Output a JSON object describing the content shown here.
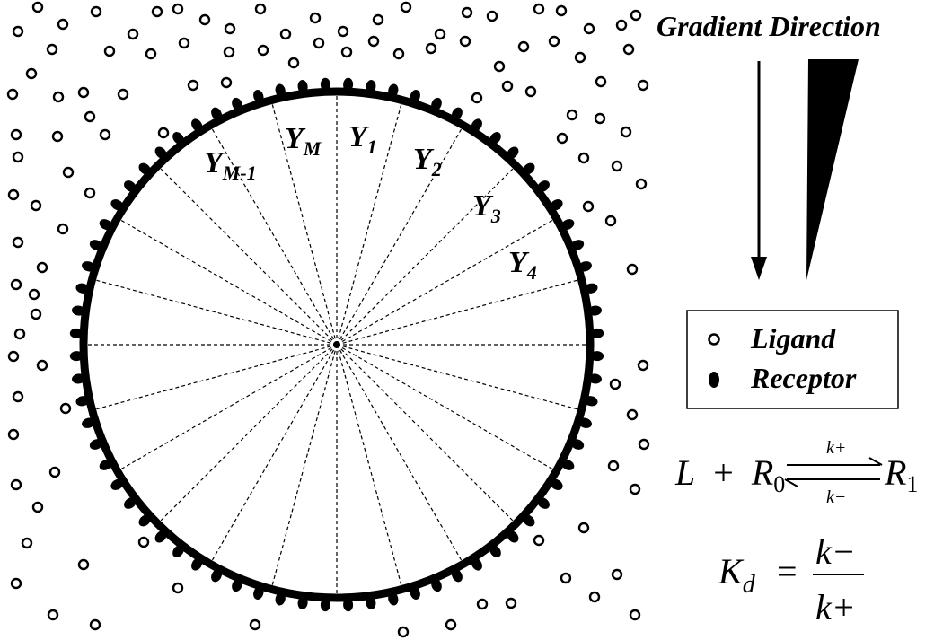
{
  "title": "Gradient Direction",
  "sector_labels": [
    {
      "main": "Y",
      "sub": "M"
    },
    {
      "main": "Y",
      "sub": "1"
    },
    {
      "main": "Y",
      "sub": "2"
    },
    {
      "main": "Y",
      "sub": "3"
    },
    {
      "main": "Y",
      "sub": "4"
    },
    {
      "main": "Y",
      "sub": "M-1"
    }
  ],
  "legend": {
    "ligand_label": "Ligand",
    "receptor_label": "Receptor"
  },
  "reaction": {
    "left": "L",
    "plus": "+",
    "reactant": "R",
    "reactant_sub": "0",
    "forward_rate": "k+",
    "backward_rate": "k−",
    "product": "R",
    "product_sub": "1"
  },
  "dissociation": {
    "symbol": "K",
    "symbol_sub": "d",
    "equals": "=",
    "numerator": "k−",
    "denominator": "k+"
  },
  "colors": {
    "ink": "#000000",
    "background": "#ffffff"
  },
  "icons": {
    "ligand": "hollow-circle",
    "receptor": "filled-ellipse",
    "gradient": "wedge-triangle",
    "direction": "down-arrow"
  },
  "sector_count": 24,
  "receptor_count": 72
}
